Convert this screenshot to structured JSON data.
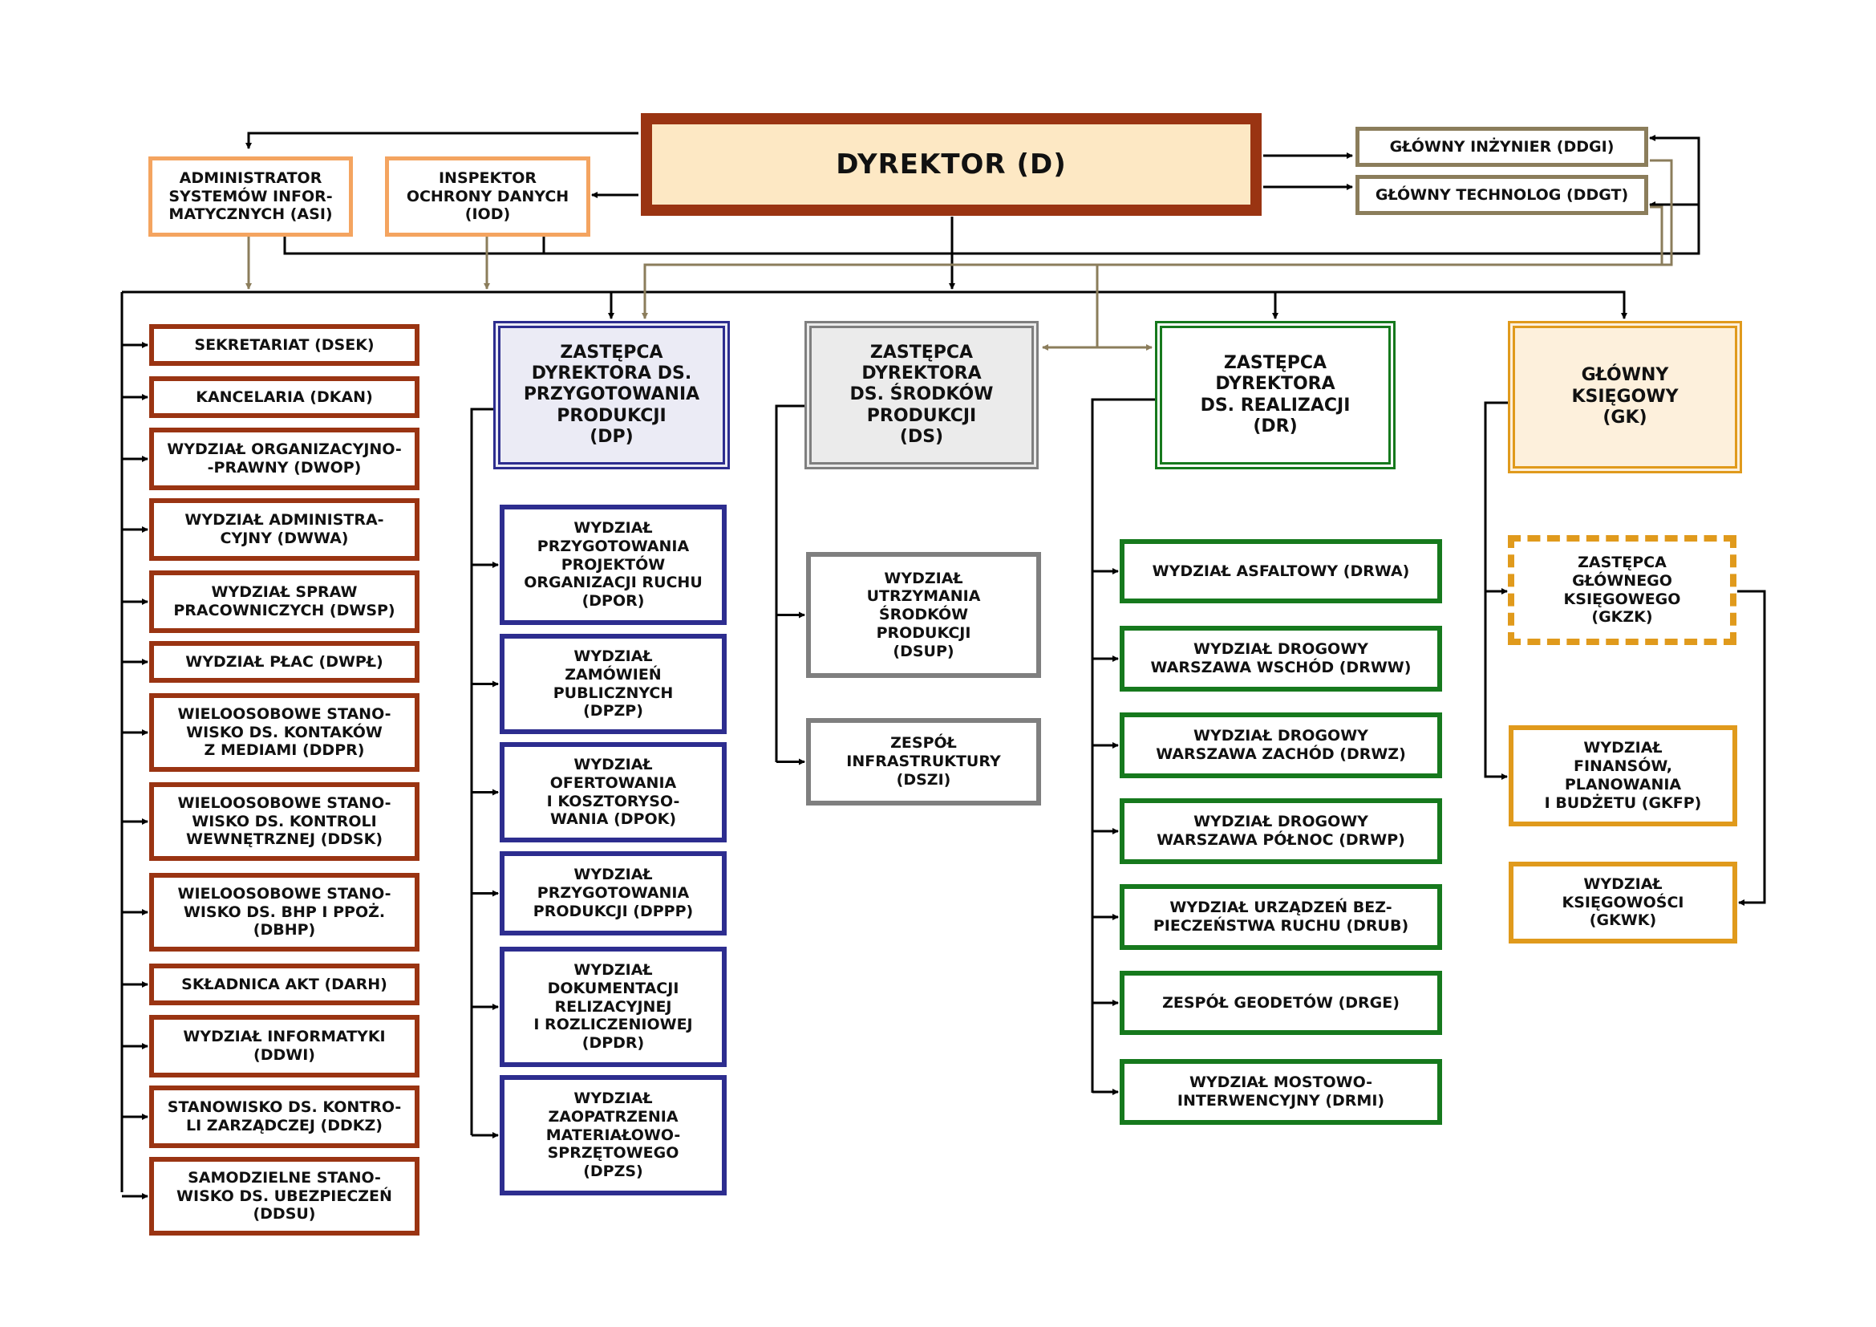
{
  "director": "DYREKTOR (D)",
  "staff": {
    "asi": "ADMINISTRATOR\nSYSTEMÓW INFOR-\nMATYCZNYCH (ASI)",
    "iod": "INSPEKTOR\nOCHRONY DANYCH\n(IOD)",
    "ddgi": "GŁÓWNY INŻYNIER (DDGI)",
    "ddgt": "GŁÓWNY TECHNOLOG (DDGT)"
  },
  "direct_units": [
    "SEKRETARIAT (DSEK)",
    "KANCELARIA (DKAN)",
    "WYDZIAŁ ORGANIZACYJNO-\n-PRAWNY (DWOP)",
    "WYDZIAŁ ADMINISTRA-\nCYJNY (DWWA)",
    "WYDZIAŁ SPRAW\nPRACOWNICZYCH (DWSP)",
    "WYDZIAŁ PŁAC (DWPŁ)",
    "WIELOOSOBOWE STANO-\nWISKO DS. KONTAKÓW\nZ MEDIAMI (DDPR)",
    "WIELOOSOBOWE STANO-\nWISKO DS. KONTROLI\nWEWNĘTRZNEJ (DDSK)",
    "WIELOOSOBOWE STANO-\nWISKO DS. BHP I PPOŻ.\n(DBHP)",
    "SKŁADNICA AKT (DARH)",
    "WYDZIAŁ INFORMATYKI\n(DDWI)",
    "STANOWISKO DS. KONTRO-\nLI ZARZĄDCZEJ (DDKZ)",
    "SAMODZIELNE STANO-\nWISKO DS. UBEZPIECZEŃ\n(DDSU)"
  ],
  "dp": {
    "title": "ZASTĘPCA\nDYREKTORA DS.\nPRZYGOTOWANIA\nPRODUKCJI\n(DP)",
    "units": [
      "WYDZIAŁ\nPRZYGOTOWANIA\nPROJEKTÓW\nORGANIZACJI RUCHU\n(DPOR)",
      "WYDZIAŁ\nZAMÓWIEŃ\nPUBLICZNYCH\n(DPZP)",
      "WYDZIAŁ\nOFERTOWANIA\nI KOSZTORYSO-\nWANIA (DPOK)",
      "WYDZIAŁ\nPRZYGOTOWANIA\nPRODUKCJI (DPPP)",
      "WYDZIAŁ\nDOKUMENTACJI\nRELIZACYJNEJ\nI ROZLICZENIOWEJ\n(DPDR)",
      "WYDZIAŁ\nZAOPATRZENIA\nMATERIAŁOWO-\nSPRZĘTOWEGO\n(DPZS)"
    ]
  },
  "ds": {
    "title": "ZASTĘPCA\nDYREKTORA\nDS. ŚRODKÓW\nPRODUKCJI\n(DS)",
    "units": [
      "WYDZIAŁ\nUTRZYMANIA\nŚRODKÓW\nPRODUKCJI\n(DSUP)",
      "ZESPÓŁ\nINFRASTRUKTURY\n(DSZI)"
    ]
  },
  "dr": {
    "title": "ZASTĘPCA\nDYREKTORA\nDS. REALIZACJI\n(DR)",
    "units": [
      "WYDZIAŁ ASFALTOWY (DRWA)",
      "WYDZIAŁ DROGOWY\nWARSZAWA WSCHÓD (DRWW)",
      "WYDZIAŁ DROGOWY\nWARSZAWA ZACHÓD (DRWZ)",
      "WYDZIAŁ DROGOWY\nWARSZAWA PÓŁNOC (DRWP)",
      "WYDZIAŁ URZĄDZEŃ BEZ-\nPIECZEŃSTWA RUCHU (DRUB)",
      "ZESPÓŁ GEODETÓW (DRGE)",
      "WYDZIAŁ MOSTOWO-\nINTERWENCYJNY (DRMI)"
    ]
  },
  "gk": {
    "title": "GŁÓWNY\nKSIĘGOWY\n(GK)",
    "deputy": "ZASTĘPCA\nGŁÓWNEGO\nKSIĘGOWEGO\n(GKZK)",
    "units": [
      "WYDZIAŁ\nFINANSÓW,\nPLANOWANIA\nI BUDŻETU (GKFP)",
      "WYDZIAŁ\nKSIĘGOWOŚCI\n(GKWK)"
    ]
  },
  "colors": {
    "brown": "#9a3412",
    "orange": "#f4a460",
    "olive": "#8b7d5b",
    "blue": "#2d2d8f",
    "gray": "#7f7f7f",
    "green": "#16791d",
    "gold": "#e09a1c",
    "line": "#000000"
  }
}
